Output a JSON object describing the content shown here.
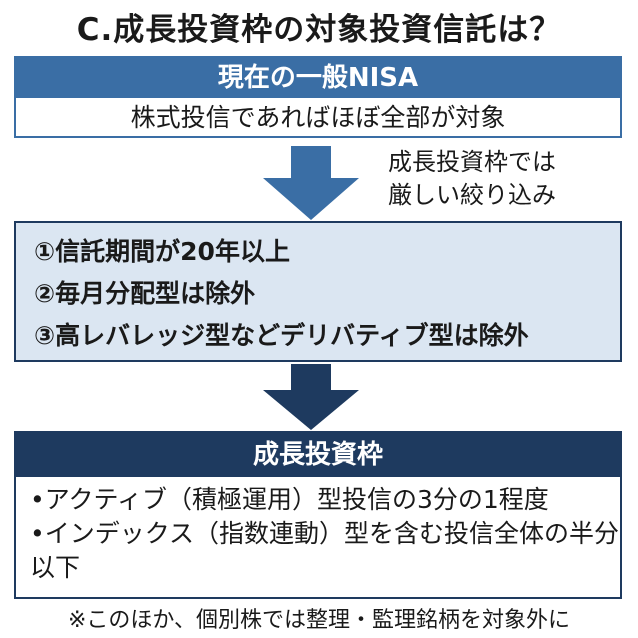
{
  "title": "C.成長投資枠の対象投資信託は？",
  "current_nisa": {
    "heading": "現在の一般NISA",
    "description": "株式投信であればほぼ全部が対象"
  },
  "transition_note": {
    "line1": "成長投資枠では",
    "line2": "厳しい絞り込み"
  },
  "conditions": [
    "①信託期間が20年以上",
    "②毎月分配型は除外",
    "③高レバレッジ型などデリバティブ型は除外"
  ],
  "growth_quota": {
    "heading": "成長投資枠",
    "bullets": [
      "•アクティブ（積極運用）型投信の3分の1程度",
      "•インデックス（指数連動）型を含む投信全体の半分以下"
    ]
  },
  "footnote": "※このほか、個別株では整理・監理銘柄を対象外に",
  "colors": {
    "blue_header": "#3a6ea5",
    "navy_header": "#1e3a5f",
    "light_fill": "#dbe6f2"
  }
}
